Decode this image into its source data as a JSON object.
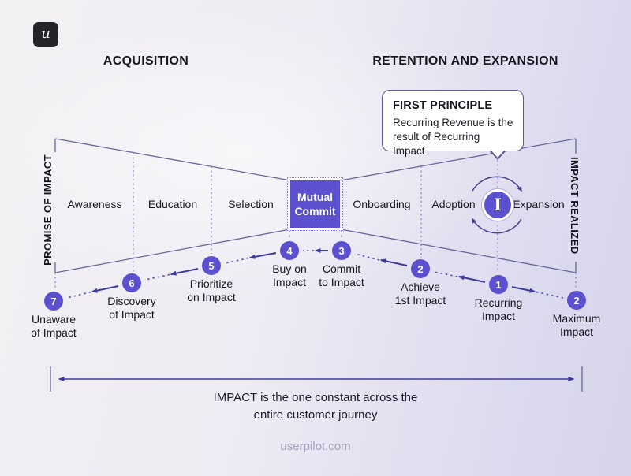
{
  "brand": {
    "logo_letter": "u",
    "website": "userpilot.com"
  },
  "headers": {
    "acquisition": "ACQUISITION",
    "retention": "RETENTION AND EXPANSION"
  },
  "side_labels": {
    "left": "PROMISE OF IMPACT",
    "right": "IMPACT REALIZED"
  },
  "callout": {
    "title": "FIRST PRINCIPLE",
    "body": "Recurring Revenue is the result of Recurring Impact"
  },
  "funnel": {
    "stages": [
      "Awareness",
      "Education",
      "Selection",
      "Mutual\nCommit",
      "Onboarding",
      "Adoption",
      "Expansion"
    ]
  },
  "journey": {
    "milestones": [
      {
        "number": "7",
        "label": "Unaware\nof Impact"
      },
      {
        "number": "6",
        "label": "Discovery\nof Impact"
      },
      {
        "number": "5",
        "label": "Prioritize\non Impact"
      },
      {
        "number": "4",
        "label": "Buy on\nImpact"
      },
      {
        "number": "3",
        "label": "Commit\nto Impact"
      },
      {
        "number": "2",
        "label": "Achieve\n1st Impact"
      },
      {
        "number": "1",
        "label": "Recurring\nImpact"
      },
      {
        "number": "2",
        "label": "Maximum\nImpact"
      }
    ]
  },
  "cycle": {
    "icon_letter": "I"
  },
  "footer": {
    "statement": "IMPACT is the one constant across the\nentire customer journey"
  },
  "colors": {
    "accent": "#5b51ce",
    "arrow": "#3e3a9c",
    "line": "#67659b",
    "dotted": "#7c76c6",
    "callout_border": "#5e5b92",
    "ink": "#17171f",
    "muted": "#a3a1bc",
    "logo_bg": "#242329"
  }
}
